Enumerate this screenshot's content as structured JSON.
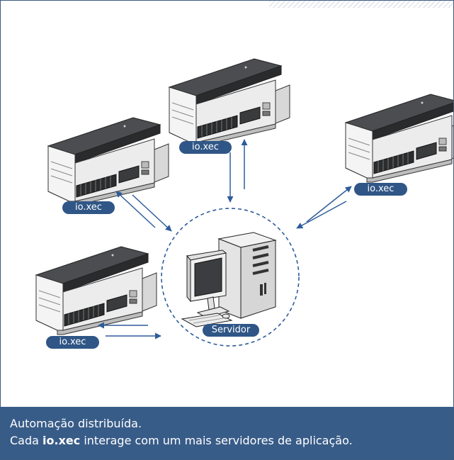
{
  "devices": [
    {
      "label": "io.xec"
    },
    {
      "label": "io.xec"
    },
    {
      "label": "io.xec"
    },
    {
      "label": "io.xec"
    }
  ],
  "server": {
    "label": "Servidor"
  },
  "caption": {
    "line1": "Automação distribuída.",
    "line2_prefix": "Cada ",
    "line2_bold": "io.xec",
    "line2_suffix": " interage com um mais servidores de aplicação."
  },
  "colors": {
    "accent": "#2f5686",
    "caption_bg": "#385c88",
    "circle": "#2d5c9a"
  }
}
